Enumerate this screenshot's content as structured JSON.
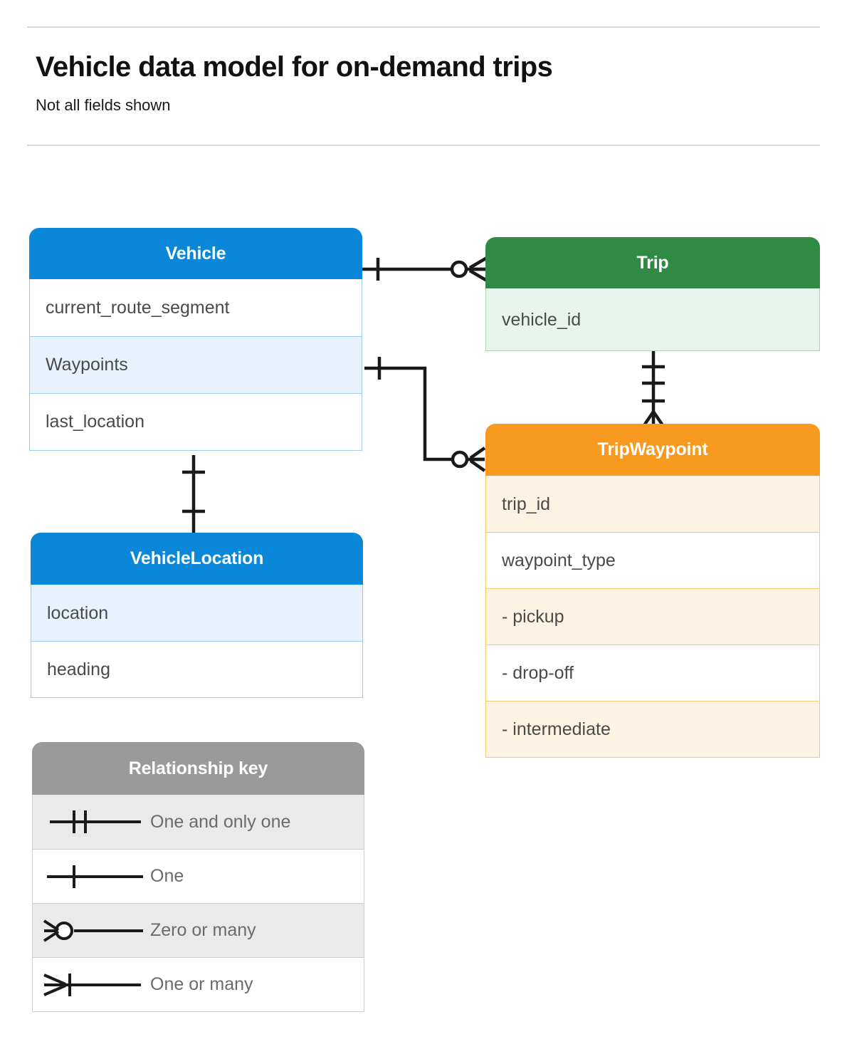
{
  "header": {
    "title": "Vehicle data model for on-demand trips",
    "subtitle": "Not all fields shown"
  },
  "colors": {
    "vehicle_blue": "#0a87d8",
    "vehicle_blue_tint": "#e8f1fe",
    "vehicle_blue_border": "#9fcdf3",
    "trip_green": "#2e8a44",
    "trip_green_tint": "#e9f4ec",
    "trip_green_border": "#aed6b7",
    "waypoint_orange": "#f89a1f",
    "waypoint_orange_tint": "#fdf3e2",
    "waypoint_orange_border": "#f8c873",
    "legend_gray": "#9a9a9a",
    "legend_gray_tint": "#eaeaea",
    "line_black": "#1a1a1a",
    "rule_gray": "#d6d6d6",
    "field_text": "#4a4a4a"
  },
  "entities": {
    "vehicle": {
      "title": "Vehicle",
      "fields": [
        {
          "label": "current_route_segment",
          "shade": "white"
        },
        {
          "label": "Waypoints",
          "shade": "tint"
        },
        {
          "label": "last_location",
          "shade": "white"
        }
      ]
    },
    "trip": {
      "title": "Trip",
      "fields": [
        {
          "label": "vehicle_id",
          "shade": "tint"
        }
      ]
    },
    "trip_waypoint": {
      "title": "TripWaypoint",
      "fields": [
        {
          "label": "trip_id",
          "shade": "tint"
        },
        {
          "label": "waypoint_type",
          "shade": "white"
        },
        {
          "label": "-  pickup",
          "shade": "tint"
        },
        {
          "label": "-  drop-off",
          "shade": "white"
        },
        {
          "label": "-  intermediate",
          "shade": "tint"
        }
      ]
    },
    "vehicle_location": {
      "title": "VehicleLocation",
      "fields": [
        {
          "label": "location",
          "shade": "tint"
        },
        {
          "label": "heading",
          "shade": "white"
        }
      ]
    }
  },
  "legend": {
    "title": "Relationship key",
    "rows": [
      {
        "label": "One and only one",
        "symbol": "one-and-only-one-symbol"
      },
      {
        "label": "One",
        "symbol": "one-symbol"
      },
      {
        "label": "Zero or many",
        "symbol": "zero-or-many-symbol"
      },
      {
        "label": "One or many",
        "symbol": "one-or-many-symbol"
      }
    ]
  },
  "relationships": [
    {
      "from": "Vehicle",
      "to": "Trip",
      "from_cardinality": "One",
      "to_cardinality": "Zero or many"
    },
    {
      "from": "Vehicle.Waypoints",
      "to": "TripWaypoint",
      "from_cardinality": "One",
      "to_cardinality": "Zero or many"
    },
    {
      "from": "Trip",
      "to": "TripWaypoint",
      "from_cardinality": "One and only one",
      "to_cardinality": "One or many"
    },
    {
      "from": "Vehicle",
      "to": "VehicleLocation",
      "from_cardinality": "One",
      "to_cardinality": "One"
    }
  ]
}
